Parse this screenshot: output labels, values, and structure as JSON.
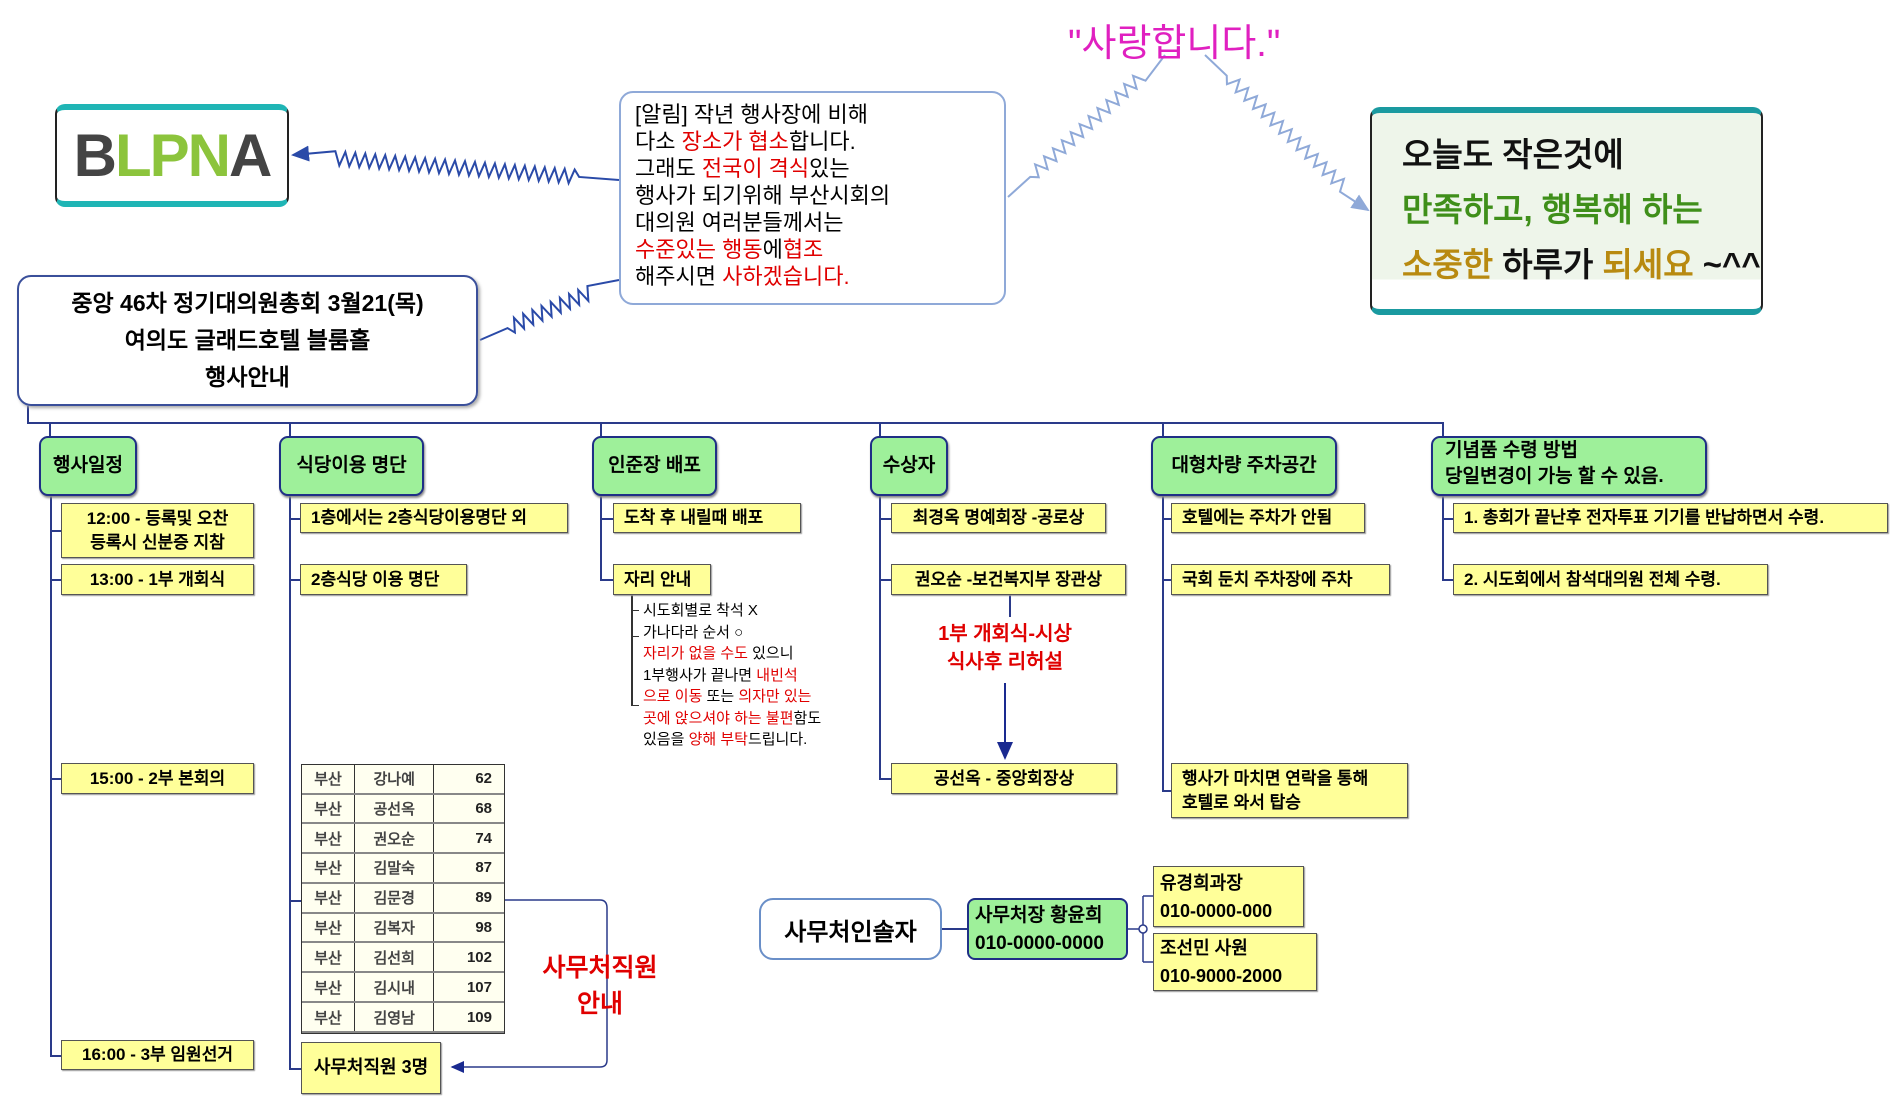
{
  "logo": {
    "text": "BLPNA"
  },
  "love_text": "\"사랑합니다.\"",
  "notice": {
    "lines": [
      [
        {
          "t": "[알림] 작년 행사장에 비해"
        }
      ],
      [
        {
          "t": "다소 "
        },
        {
          "t": "장소가 협소",
          "c": "red"
        },
        {
          "t": "합니다."
        }
      ],
      [
        {
          "t": "그래도 "
        },
        {
          "t": "전국이 격식",
          "c": "red"
        },
        {
          "t": "있는"
        }
      ],
      [
        {
          "t": "행사가 되기위해 부산시회의"
        }
      ],
      [
        {
          "t": "대의원 여러분들께서는"
        }
      ],
      [
        {
          "t": "수준있는 행동",
          "c": "red"
        },
        {
          "t": "에"
        },
        {
          "t": "협조",
          "c": "red"
        }
      ],
      [
        {
          "t": "해주시면 "
        },
        {
          "t": "사하겠습니다.",
          "c": "red"
        }
      ]
    ]
  },
  "message": {
    "lines": [
      [
        {
          "t": "오늘도  작은것에",
          "c": "blk"
        }
      ],
      [
        {
          "t": "만족하고, 행복해  하는",
          "c": "grn"
        }
      ],
      [
        {
          "t": "소중한",
          "c": "gold"
        },
        {
          "t": " 하루가 ",
          "c": "blk"
        },
        {
          "t": "되세요",
          "c": "gold"
        },
        {
          "t": " ~^^",
          "c": "blk"
        }
      ]
    ]
  },
  "title": {
    "lines": [
      "중앙 46차 정기대의원총회 3월21(목)",
      "여의도 글래드호텔 블룸홀",
      "행사안내"
    ]
  },
  "branches": {
    "schedule": {
      "label": "행사일정",
      "items": [
        "12:00 - 등록및 오찬",
        "등록시 신분증 지참",
        "13:00 - 1부 개회식",
        "15:00 - 2부 본회의",
        "16:00 - 3부 임원선거"
      ]
    },
    "dining": {
      "label": "식당이용 명단",
      "items": [
        "1층에서는 2층식당이용명단 외",
        "2층식당 이용 명단",
        "사무처직원 3명"
      ],
      "table": [
        [
          "부산",
          "강나예",
          "62"
        ],
        [
          "부산",
          "공선옥",
          "68"
        ],
        [
          "부산",
          "권오순",
          "74"
        ],
        [
          "부산",
          "김말숙",
          "87"
        ],
        [
          "부산",
          "김문경",
          "89"
        ],
        [
          "부산",
          "김복자",
          "98"
        ],
        [
          "부산",
          "김선희",
          "102"
        ],
        [
          "부산",
          "김시내",
          "107"
        ],
        [
          "부산",
          "김영남",
          "109"
        ]
      ],
      "staff_note": [
        "사무처직원",
        "안내"
      ]
    },
    "badge": {
      "label": "인준장 배포",
      "items": [
        "도착 후 내릴때 배포",
        "자리 안내"
      ],
      "seat_notes": [
        [
          {
            "t": "시도회별로 착석 X"
          }
        ],
        [
          {
            "t": "가나다라 순서 ○"
          }
        ],
        [
          {
            "t": "자리가 없을 수도",
            "c": "red"
          },
          {
            "t": " 있으니"
          }
        ],
        [
          {
            "t": "1부행사가 끝나면 "
          },
          {
            "t": "내빈석",
            "c": "red"
          }
        ],
        [
          {
            "t": "으로 이동",
            "c": "red"
          },
          {
            "t": " 또는 "
          },
          {
            "t": "의자만 있는",
            "c": "red"
          }
        ],
        [
          {
            "t": "곳에 앉으셔야 하는 불편",
            "c": "red"
          },
          {
            "t": "함도"
          }
        ],
        [
          {
            "t": "있음을 "
          },
          {
            "t": "양해 부탁",
            "c": "red"
          },
          {
            "t": "드립니다."
          }
        ]
      ]
    },
    "awards": {
      "label": "수상자",
      "items": [
        "최경옥 명예회장 -공로상",
        "권오순 -보건복지부 장관상",
        "공선옥 - 중앙회장상"
      ],
      "note": [
        "1부 개회식-시상",
        "식사후 리허설"
      ]
    },
    "parking": {
      "label": "대형차량 주차공간",
      "items": [
        "호텔에는 주차가 안됨",
        "국회 둔치 주차장에 주차",
        "행사가 마치면 연락을 통해",
        "호텔로 와서 탑승"
      ]
    },
    "gift": {
      "label": [
        "기념품 수령 방법",
        "당일변경이 가능 할 수 있음."
      ],
      "items": [
        "1. 총회가 끝난후 전자투표 기기를 반납하면서 수령.",
        "2. 시도회에서 참석대의원 전체 수령."
      ]
    }
  },
  "staff": {
    "leader_label": "사무처인솔자",
    "chief": [
      "사무처장 황윤희",
      "010-0000-0000"
    ],
    "members": [
      [
        "유경희과장",
        "010-0000-000"
      ],
      [
        "조선민 사원",
        "010-9000-2000"
      ]
    ]
  },
  "colors": {
    "header_green": "#9ef09a",
    "item_yellow": "#ffff99",
    "line_navy": "#2a3a8a",
    "accent_red": "#e00000",
    "love_magenta": "#e020c0"
  }
}
